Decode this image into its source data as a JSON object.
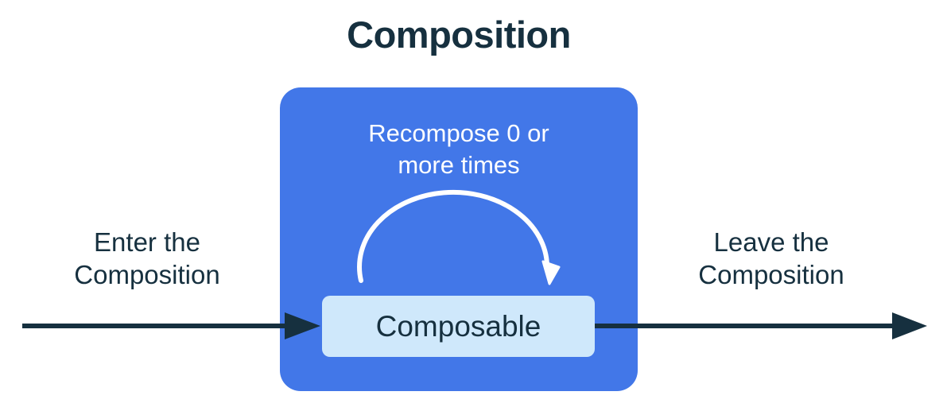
{
  "title": "Composition",
  "composition_box": {
    "recompose_label": "Recompose 0 or more times",
    "composable_label": "Composable"
  },
  "labels": {
    "enter": "Enter the Composition",
    "leave": "Leave the Composition"
  },
  "icons": {
    "enter_arrow": "right-arrow",
    "leave_arrow": "right-arrow",
    "recompose_arc": "clockwise-loop-arrow"
  },
  "colors": {
    "navy": "#16303f",
    "blue": "#4277e8",
    "light-blue": "#cfe8fb",
    "white": "#ffffff",
    "background": "#ffffff"
  }
}
